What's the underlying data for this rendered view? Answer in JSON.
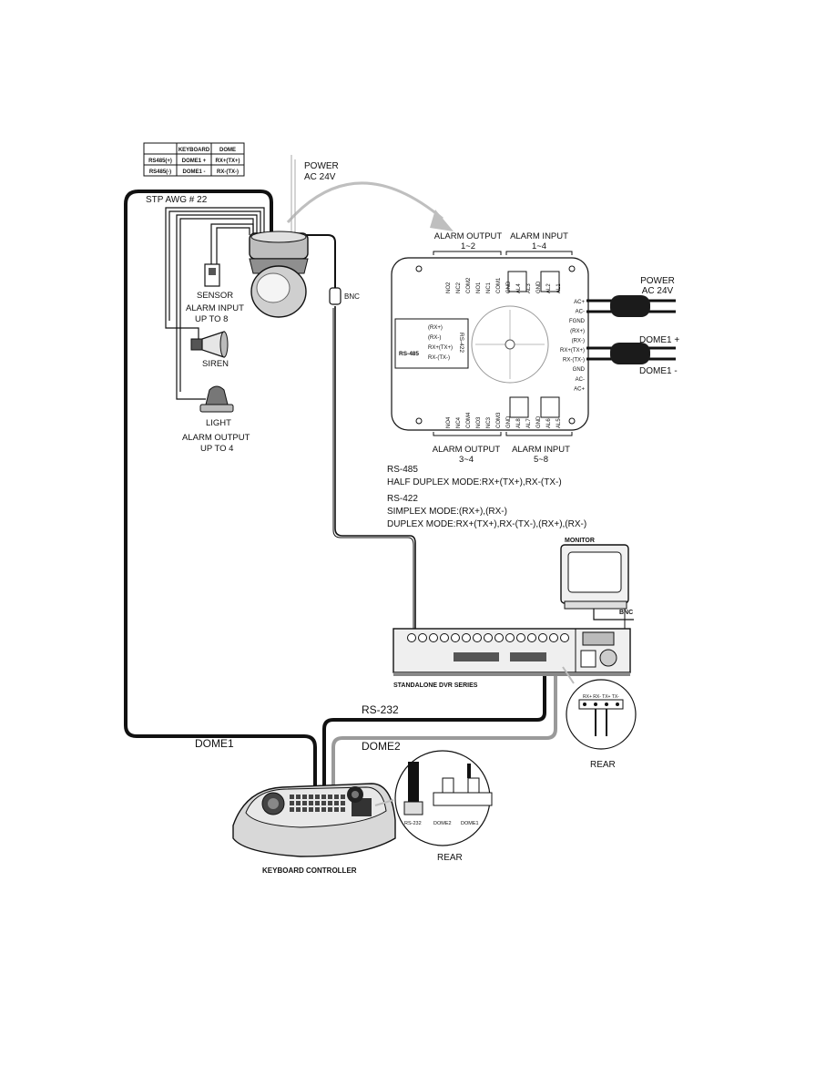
{
  "wiring_table": {
    "header": [
      "",
      "KEYBOARD",
      "DOME"
    ],
    "rows": [
      [
        "RS485(+)",
        "DOME1 +",
        "RX+(TX+)"
      ],
      [
        "RS485(-)",
        "DOME1 -",
        "RX-(TX-)"
      ]
    ]
  },
  "labels": {
    "power_top_1": "POWER",
    "power_top_2": "AC 24V",
    "stp": "STP AWG # 22",
    "sensor": "SENSOR",
    "alarm_input_1": "ALARM INPUT",
    "alarm_input_2": "UP TO 8",
    "siren": "SIREN",
    "light": "LIGHT",
    "alarm_output_1": "ALARM OUTPUT",
    "alarm_output_2": "UP TO 4",
    "bnc_camera": "BNC",
    "dome1_line": "DOME1",
    "rs232_line": "RS-232",
    "dome2_line": "DOME2",
    "keyboard_controller": "KEYBOARD CONTROLLER",
    "rear_keyboard": "REAR",
    "rear_dvr": "REAR",
    "monitor": "MONITOR",
    "bnc_monitor": "BNC",
    "dvr": "STANDALONE DVR SERIES"
  },
  "board": {
    "alarm_output_top_1": "ALARM OUTPUT",
    "alarm_output_top_2": "1~2",
    "alarm_input_top_1": "ALARM INPUT",
    "alarm_input_top_2": "1~4",
    "alarm_output_bottom_1": "ALARM OUTPUT",
    "alarm_output_bottom_2": "3~4",
    "alarm_input_bottom_1": "ALARM INPUT",
    "alarm_input_bottom_2": "5~8",
    "top_terminals": [
      "NO2",
      "NC2",
      "COM2",
      "NO1",
      "NC1",
      "COM1",
      "GND",
      "AL4",
      "AL3",
      "GND",
      "AL2",
      "AL1"
    ],
    "bottom_terminals": [
      "NO4",
      "NC4",
      "COM4",
      "NO3",
      "NC3",
      "COM3",
      "GND",
      "AL8",
      "AL7",
      "GND",
      "AL6",
      "AL5"
    ],
    "right_terminals": [
      "AC+",
      "AC-",
      "FGND",
      "(RX+)",
      "(RX-)",
      "RX+(TX+)",
      "RX-(TX-)",
      "GND",
      "AC-",
      "AC+"
    ],
    "rs485_box": [
      "(RX+)",
      "(RX-)",
      "RX+(TX+)",
      "RX-(TX-)"
    ],
    "rs485_label": "RS-485",
    "rs422_label": "RS-422",
    "power_right_1": "POWER",
    "power_right_2": "AC 24V",
    "dome1_plus": "DOME1 +",
    "dome1_minus": "DOME1 -"
  },
  "notes": {
    "rs485_title": "RS-485",
    "rs485_half": "HALF DUPLEX MODE:RX+(TX+),RX-(TX-)",
    "rs422_title": "RS-422",
    "rs422_simplex": "SIMPLEX MODE:(RX+),(RX-)",
    "rs422_duplex": "DUPLEX MODE:RX+(TX+),RX-(TX-),(RX+),(RX-)"
  },
  "keyboard_rear_ports": [
    "RS-232",
    "DOME2",
    "DOME1"
  ],
  "dvr_rear_header": "RX+ RX- TX+ TX-"
}
